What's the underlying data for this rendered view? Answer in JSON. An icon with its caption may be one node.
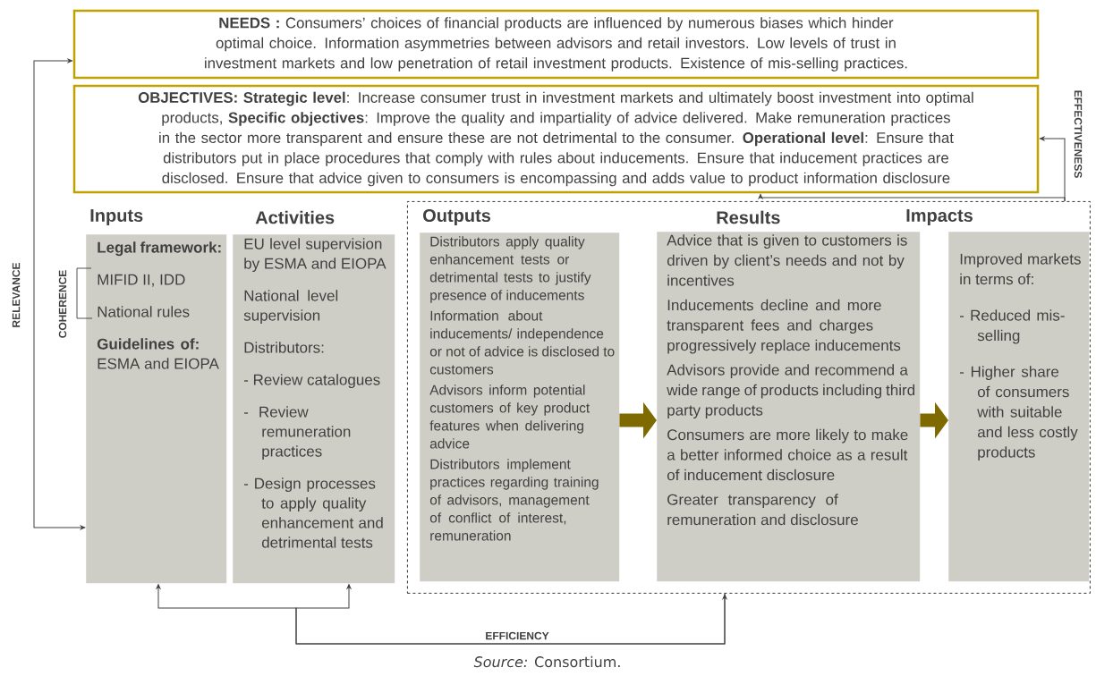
{
  "diagram": {
    "caption": "*Source:* Consortium.",
    "nodes": [
      {
        "text": [
          "**NEEDS :** Consumers’ choices of financial products are influenced by numerous biases which hinder optimal choice. Information asymmetries between advisors and retail investors. Low levels of trust in investment markets and low penetration of retail investment products. Existence of mis-selling practices."
        ]
      },
      {
        "text": [
          "**OBJECTIVES: Strategic level**: Increase consumer trust in investment markets and ultimately boost investment into optimal products, **Specific objectives**: Improve the quality and impartiality of advice delivered. Make remuneration practices in the sector more transparent and ensure these are not detrimental to the consumer. **Operational level**: Ensure that distributors put in place procedures that comply with rules about inducements. Ensure that inducement practices are disclosed. Ensure that advice given to consumers is encompassing and adds value to product information disclosure"
        ]
      },
      {
        "text": [
          "Inputs",
          "Legal framework:",
          "MIFID II, IDD",
          "National rules",
          "**Guidelines of:** ESMA and EIOPA"
        ]
      },
      {
        "text": [
          "Activities",
          "EU level supervision by ESMA and EIOPA",
          "National level supervision",
          "Distributors:",
          "- Review catalogues",
          "- Review remuneration practices",
          "- Design processes to apply quality enhancement and detrimental tests"
        ]
      },
      {
        "text": [],
        "shape": "box"
      },
      {
        "text": [
          "Outputs",
          "Distributors apply quality enhancement tests or detrimental tests to justify presence of inducements",
          "Information about inducements/ independence or not of advice is disclosed to customers",
          "Advisors inform potential customers of key product features when delivering advice",
          "Distributors implement practices regarding training of advisors, management of conflict of interest, remuneration"
        ],
        "in": 4
      },
      {
        "text": [
          "Results",
          "Advice that is given to customers is driven by client’s needs and not by incentives",
          "Inducements decline and more transparent fees and charges progressively replace inducements",
          "Advisors provide and recommend a wide range of products including third party products",
          "Consumers are more likely to make a better informed choice as a result of inducement disclosure",
          "Greater transparency of remuneration and disclosure"
        ],
        "in": 4
      },
      {
        "text": [
          "Impacts",
          "Improved markets in terms of:",
          "- Reduced mis-selling",
          "- Higher share of consumers with suitable and less costly products"
        ],
        "in": 4
      }
    ],
    "edges": [
      {
        "from": 0,
        "to": 2,
        "arrow": "both",
        "label": "RELEVANCE"
      },
      {
        "from": 4,
        "to": 1,
        "arrow": "to",
        "label": "EFFECTIVENESS"
      },
      {
        "from": 4,
        "to": 1,
        "arrow": "to"
      },
      {
        "from": 2,
        "to": 4,
        "arrow": "both",
        "label": "EFFICIENCY"
      },
      {
        "from": 4,
        "to": 3,
        "arrow": "to"
      },
      {
        "from": 5,
        "to": 6,
        "arrow": "to",
        "style": "thick",
        "color": "#7f6a00"
      },
      {
        "from": 6,
        "to": 7,
        "arrow": "to",
        "style": "thick",
        "color": "#7f6a00"
      }
    ],
    "labels": [
      "COHERENCE"
    ]
  }
}
